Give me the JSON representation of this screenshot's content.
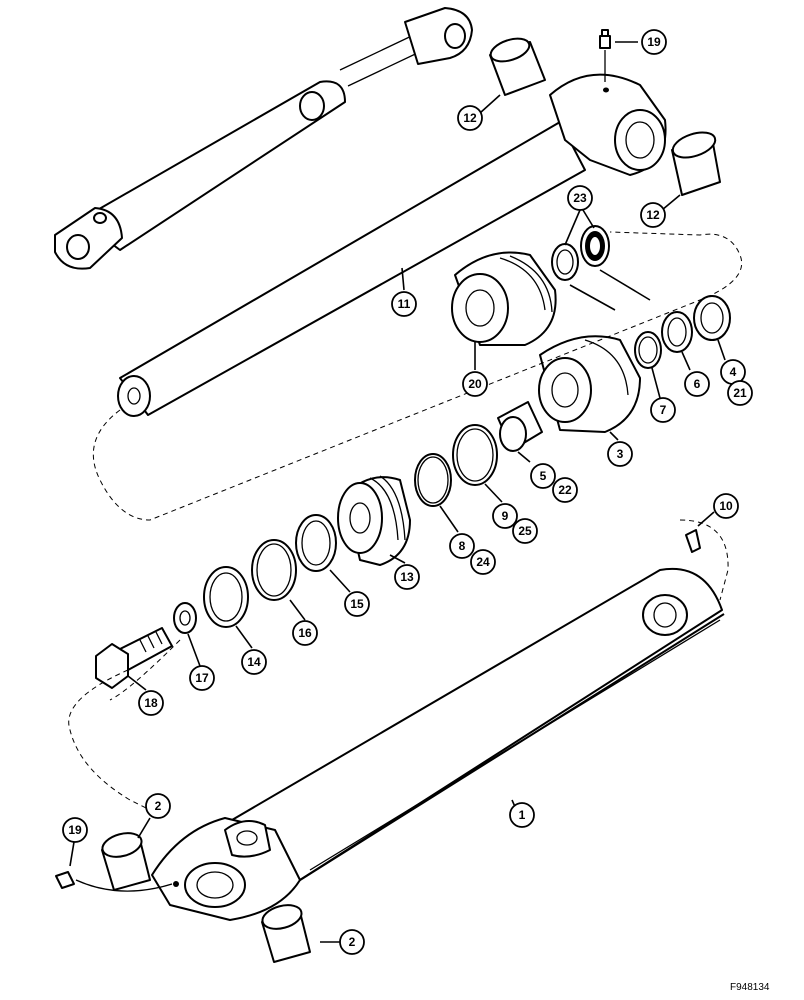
{
  "figure_ref": "F948134",
  "callouts": [
    {
      "id": "c19a",
      "label": "19"
    },
    {
      "id": "c12a",
      "label": "12"
    },
    {
      "id": "c12b",
      "label": "12"
    },
    {
      "id": "c23",
      "label": "23"
    },
    {
      "id": "c11",
      "label": "11"
    },
    {
      "id": "c20",
      "label": "20"
    },
    {
      "id": "c4",
      "label": "4"
    },
    {
      "id": "c21",
      "label": "21"
    },
    {
      "id": "c6",
      "label": "6"
    },
    {
      "id": "c7",
      "label": "7"
    },
    {
      "id": "c3",
      "label": "3"
    },
    {
      "id": "c5",
      "label": "5"
    },
    {
      "id": "c22",
      "label": "22"
    },
    {
      "id": "c9",
      "label": "9"
    },
    {
      "id": "c25",
      "label": "25"
    },
    {
      "id": "c8",
      "label": "8"
    },
    {
      "id": "c24",
      "label": "24"
    },
    {
      "id": "c10",
      "label": "10"
    },
    {
      "id": "c13",
      "label": "13"
    },
    {
      "id": "c15",
      "label": "15"
    },
    {
      "id": "c16",
      "label": "16"
    },
    {
      "id": "c14",
      "label": "14"
    },
    {
      "id": "c17",
      "label": "17"
    },
    {
      "id": "c18",
      "label": "18"
    },
    {
      "id": "c1",
      "label": "1"
    },
    {
      "id": "c2a",
      "label": "2"
    },
    {
      "id": "c2b",
      "label": "2"
    },
    {
      "id": "c19b",
      "label": "19"
    }
  ]
}
